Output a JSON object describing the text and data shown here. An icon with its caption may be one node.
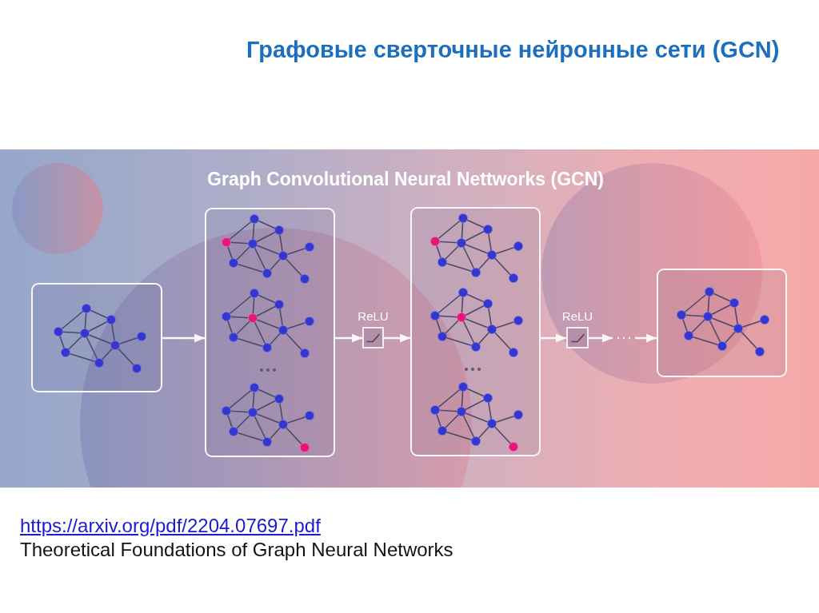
{
  "diagram": {
    "title": "Графовые сверточные нейронные сети (GCN)",
    "nodes": [
      {
        "text": [],
        "shape": "box"
      },
      {
        "text": [],
        "shape": "box"
      },
      {
        "text": [
          "ReLU"
        ]
      },
      {
        "text": [],
        "shape": "box"
      },
      {
        "text": [
          "ReLU"
        ]
      },
      {
        "text": [],
        "shape": "box"
      }
    ],
    "edges": [
      {
        "from": 0,
        "to": 1,
        "arrow": "to"
      },
      {
        "from": 1,
        "to": 2,
        "arrow": "to"
      },
      {
        "from": 2,
        "to": 3,
        "arrow": "to"
      },
      {
        "from": 3,
        "to": 4,
        "arrow": "to"
      },
      {
        "from": 4,
        "to": 5,
        "arrow": "to",
        "style": "dashed"
      }
    ],
    "labels": [
      "Graph Convolutional Neural Nettworks (GCN)",
      "https://arxiv.org/pdf/2204.07697.pdf",
      "Theoretical Foundations of Graph Neural Networks"
    ]
  }
}
